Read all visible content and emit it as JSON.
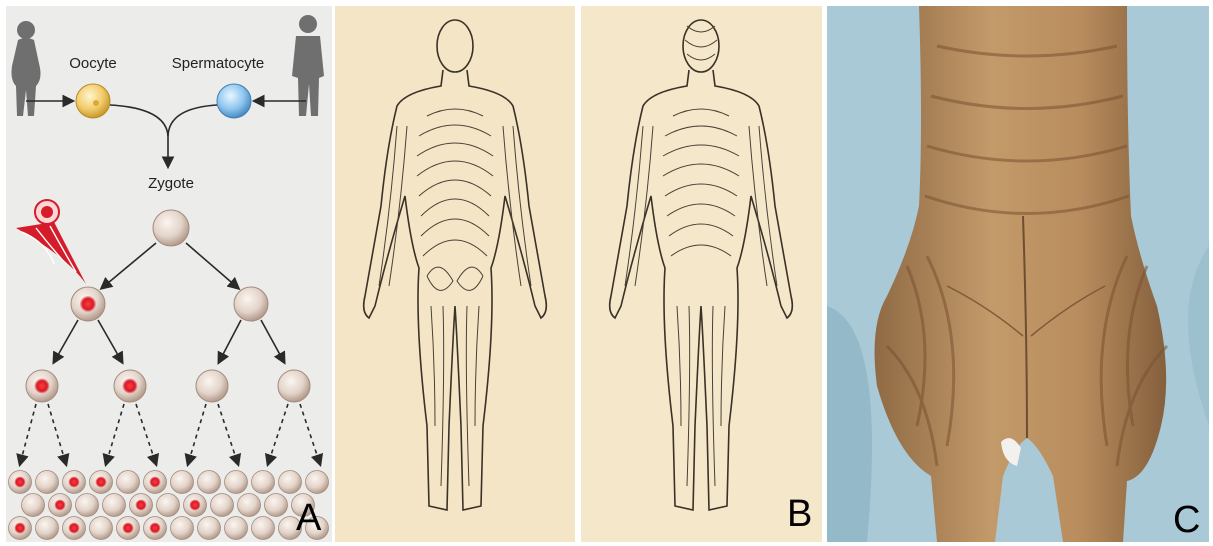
{
  "panel_a": {
    "label": "A",
    "oocyte_label": "Oocyte",
    "spermatocyte_label": "Spermatocyte",
    "zygote_label": "Zygote"
  },
  "panel_b": {
    "label": "B"
  },
  "panel_c": {
    "label": "C"
  },
  "colors": {
    "panel_a_bg": "#ececea",
    "oocyte": "#f0c96a",
    "spermatocyte": "#8cc4ee",
    "cell_normal": "#e2d5cc",
    "cell_mutant_core": "#d41a28",
    "sketch_paper": "#f4e6c8",
    "skin": "#b78b5c",
    "drape": "#a9c9d6"
  }
}
